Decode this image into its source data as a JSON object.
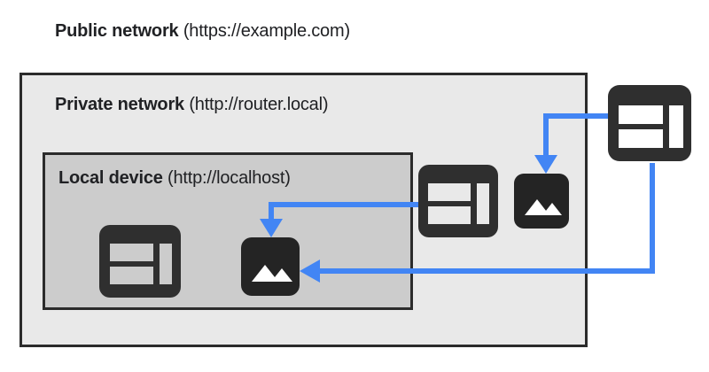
{
  "diagram": {
    "title_zones": [
      {
        "id": "public",
        "name_bold": "Public network",
        "url_paren": "(https://example.com)"
      },
      {
        "id": "private",
        "name_bold": "Private network",
        "url_paren": "(http://router.local)"
      },
      {
        "id": "local",
        "name_bold": "Local device",
        "url_paren": "(http://localhost)"
      }
    ],
    "nodes": [
      {
        "id": "browser-public",
        "icon": "browser-window-icon",
        "zone": "public"
      },
      {
        "id": "browser-private",
        "icon": "browser-window-icon",
        "zone": "private"
      },
      {
        "id": "image-private",
        "icon": "image-photo-icon",
        "zone": "private"
      },
      {
        "id": "browser-local",
        "icon": "browser-window-icon",
        "zone": "local"
      },
      {
        "id": "image-local",
        "icon": "image-photo-icon",
        "zone": "local"
      }
    ],
    "connections": [
      {
        "id": "public-browser-to-private-image",
        "from": "browser-public",
        "to": "image-private",
        "direction": "down"
      },
      {
        "id": "private-browser-to-local-image",
        "from": "browser-private",
        "to": "image-local",
        "direction": "down"
      },
      {
        "id": "public-browser-to-local-image",
        "from": "browser-public",
        "to": "image-local",
        "direction": "left"
      }
    ],
    "colors": {
      "arrow": "#4285f4",
      "icon_dark": "#2f2f2f",
      "zone_border": "#2b2b2b",
      "public_background": "#ffffff",
      "private_background": "#e9e9e9",
      "local_background": "#cccccc",
      "text": "#202124"
    }
  }
}
